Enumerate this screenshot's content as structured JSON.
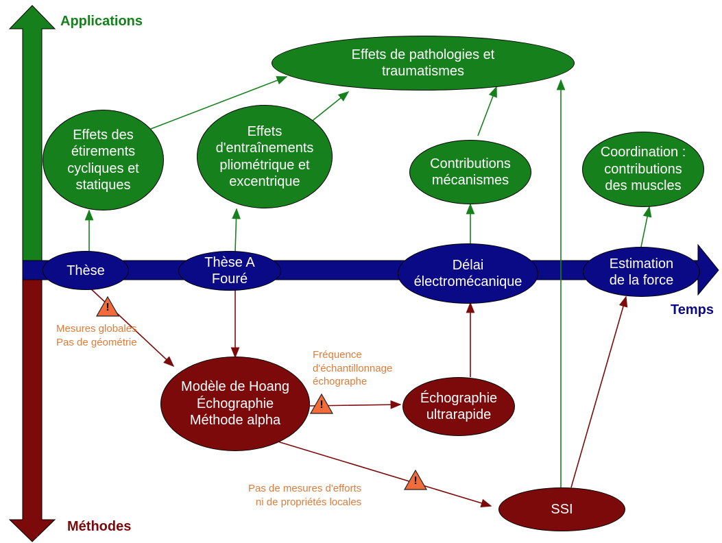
{
  "axis": {
    "top_label": "Applications",
    "bottom_label": "Méthodes",
    "time_label": "Temps"
  },
  "colors": {
    "applications": "#16801c",
    "time": "#0a0a87",
    "methods": "#7d0a0a",
    "warning": "#f26b3a",
    "note_text": "#e07b3a"
  },
  "applications": {
    "pathologies": "Effets de pathologies et\ntraumatismes",
    "etirements": "Effets des\nétirements\ncycliques et\nstatiques",
    "entrainements": "Effets\nd'entraînements\npliométrique et\nexcentrique",
    "contributions": "Contributions\nmécanismes",
    "coordination": "Coordination :\ncontributions\ndes muscles"
  },
  "timeline": {
    "these": "Thèse",
    "these_a": "Thèse A\nFouré",
    "delai": "Délai\nélectromécanique",
    "estimation": "Estimation\nde la force"
  },
  "methods": {
    "hoang": "Modèle de Hoang\nÉchographie\nMéthode alpha",
    "ultrarapide": "Échographie\nultrarapide",
    "ssi": "SSI"
  },
  "notes": {
    "mesures": "Mesures globales\nPas de géométrie",
    "frequence": "Fréquence\nd'échantillonnage\néchographe",
    "efforts": "Pas de mesures d'efforts\nni de propriétés locales"
  },
  "warning_symbol": "!"
}
